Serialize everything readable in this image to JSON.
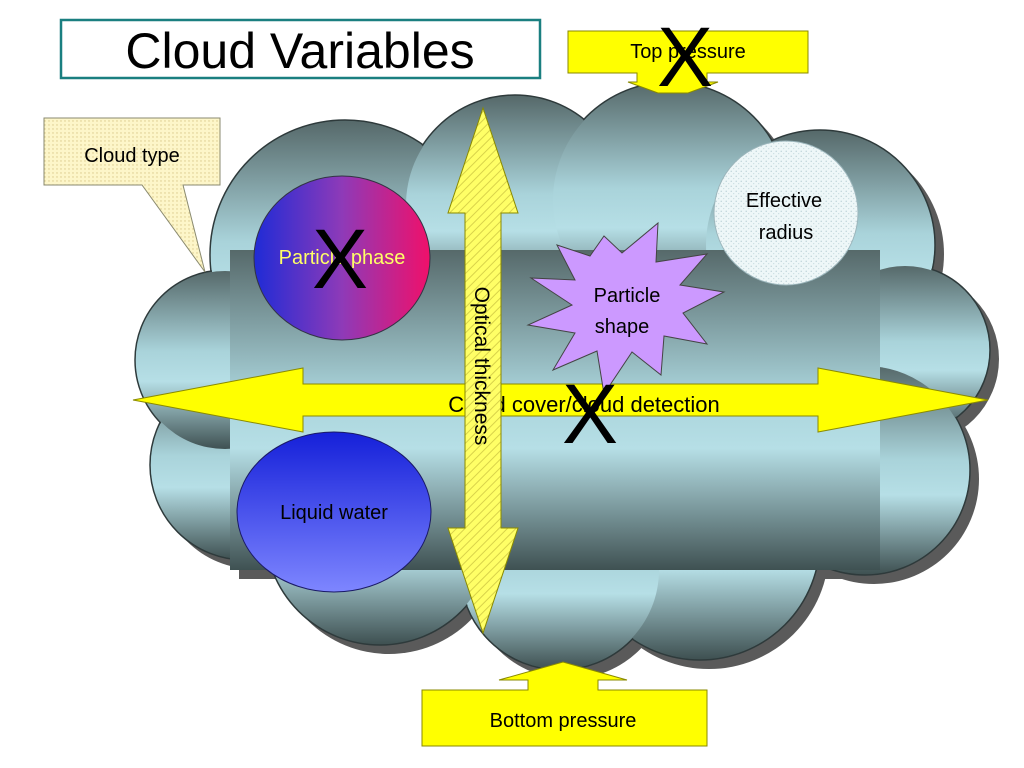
{
  "title": "Cloud Variables",
  "labels": {
    "top_pressure": "Top pressure",
    "bottom_pressure": "Bottom pressure",
    "cloud_type": "Cloud type",
    "effective_radius_line1": "Effective",
    "effective_radius_line2": "radius",
    "particle_phase": "Particle phase",
    "particle_shape_line1": "Particle",
    "particle_shape_line2": "shape",
    "optical_thickness": "Optical thickness",
    "cloud_cover": "Cloud cover/cloud detection",
    "liquid_water": "Liquid water"
  },
  "marks": {
    "x_symbol": "X"
  },
  "colors": {
    "title_border": "#1a7f80",
    "arrow_yellow": "#ffff00",
    "callout_fill": "#fdf6c9",
    "cloud_top": "#5d7172",
    "cloud_bottom": "#b7dfe6",
    "particle_shape_fill": "#cc99ff",
    "effective_radius_fill": "#e9f3f5",
    "particle_phase_label": "#ffff66"
  }
}
